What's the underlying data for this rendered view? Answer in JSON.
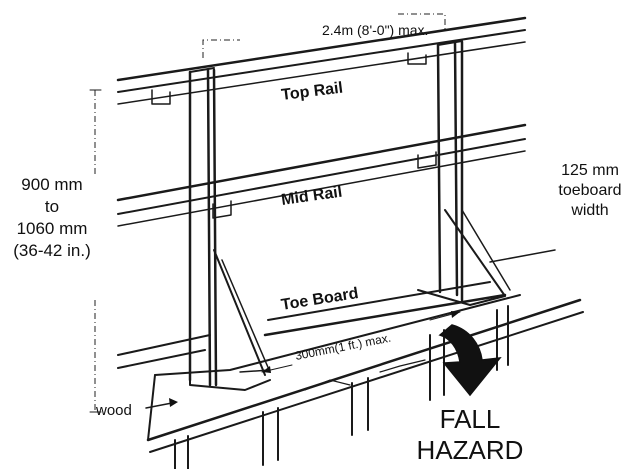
{
  "labels": {
    "span": "2.4m (8'-0\") max.",
    "top_rail": "Top Rail",
    "mid_rail": "Mid Rail",
    "toe_board": "Toe Board",
    "toeboard_width": [
      "125 mm",
      "toeboard",
      "width"
    ],
    "height": [
      "900 mm",
      "to",
      "1060 mm",
      "(36-42 in.)"
    ],
    "platform_width": "300mm(1 ft.) max.",
    "wood": "wood",
    "hazard": [
      "FALL",
      "HAZARD"
    ]
  }
}
